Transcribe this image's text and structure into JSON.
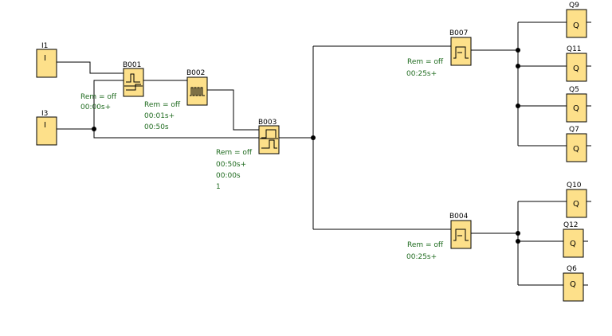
{
  "inputs": {
    "i1": {
      "name": "I1",
      "symbol": "I"
    },
    "i3": {
      "name": "I3",
      "symbol": "I"
    }
  },
  "blocks": {
    "b001": {
      "name": "B001",
      "type": "on-delay timer",
      "params": [
        "Rem = off",
        "00:00s+"
      ]
    },
    "b002": {
      "name": "B002",
      "type": "pulse generator",
      "params": [
        "Rem = off",
        "00:01s+",
        "00:50s"
      ]
    },
    "b003": {
      "name": "B003",
      "type": "on/off delay timer",
      "params": [
        "Rem = off",
        "00:50s+",
        "00:00s",
        "1"
      ]
    },
    "b007": {
      "name": "B007",
      "type": "interval timer",
      "params": [
        "Rem = off",
        "00:25s+"
      ]
    },
    "b004": {
      "name": "B004",
      "type": "interval timer",
      "params": [
        "Rem = off",
        "00:25s+"
      ]
    }
  },
  "outputs": {
    "q9": {
      "name": "Q9",
      "symbol": "Q"
    },
    "q11": {
      "name": "Q11",
      "symbol": "Q"
    },
    "q5": {
      "name": "Q5",
      "symbol": "Q"
    },
    "q7": {
      "name": "Q7",
      "symbol": "Q"
    },
    "q10": {
      "name": "Q10",
      "symbol": "Q"
    },
    "q12": {
      "name": "Q12",
      "symbol": "Q"
    },
    "q6": {
      "name": "Q6",
      "symbol": "Q"
    }
  },
  "colors": {
    "block_fill": "#fde08a",
    "param_text": "#1f6b1f",
    "wire": "#000000"
  }
}
